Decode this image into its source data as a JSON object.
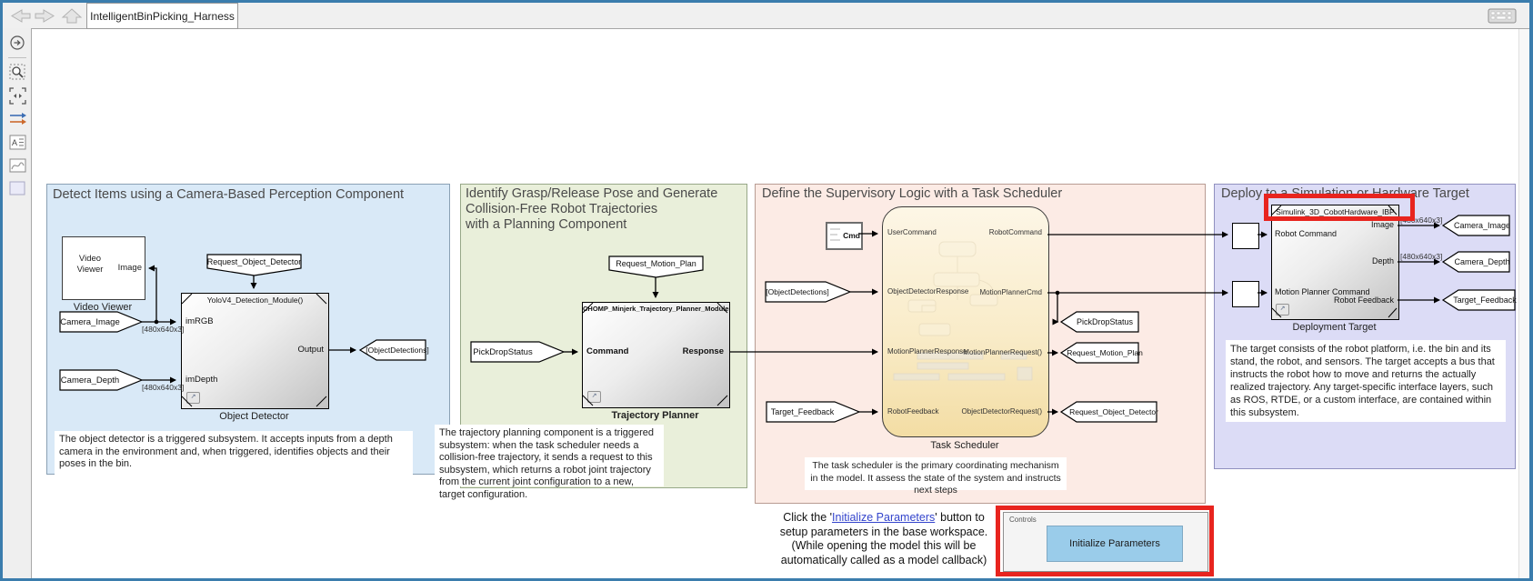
{
  "window": {
    "tab_title": "IntelligentBinPicking_Harness"
  },
  "sections": {
    "perception": {
      "title": "Detect Items using a Camera-Based Perception Component",
      "video_viewer_text": "Video Viewer",
      "video_viewer_port": "Image",
      "video_viewer_label": "Video Viewer",
      "request_tag": "Request_Object_Detector",
      "detector_title": "YoloV4_Detection_Module()",
      "port_imrgb": "imRGB",
      "port_imdepth": "imDepth",
      "port_output": "Output",
      "detector_label": "Object Detector",
      "camera_image_tag": "Camera_Image",
      "camera_depth_tag": "Camera_Depth",
      "dim_label": "[480x640x3]",
      "detections_tag": "[ObjectDetections]",
      "description": "The object detector is a triggered subsystem. It accepts inputs from a depth camera in the environment and, when triggered, identifies objects and their poses in the bin."
    },
    "planning": {
      "title_line1": "Identify Grasp/Release Pose and Generate",
      "title_line2": "Collision-Free Robot Trajectories",
      "title_line3": "with a Planning Component",
      "request_tag": "Request_Motion_Plan",
      "planner_title": "CHOMP_Minjerk_Trajectory_Planner_Module()",
      "pickdrop_tag": "PickDropStatus",
      "port_command": "Command",
      "port_response": "Response",
      "planner_label": "Trajectory Planner",
      "description": "The trajectory planning component is a triggered subsystem: when the task scheduler needs a collision-free trajectory, it sends a request to this subsystem, which returns a robot joint trajectory from the current joint configuration to a new, target configuration."
    },
    "scheduler": {
      "title": "Define the Supervisory Logic with a Task Scheduler",
      "cmd_label": "Cmd",
      "detections_tag": "[ObjectDetections]",
      "target_feedback_tag": "Target_Feedback",
      "ports_left": [
        "UserCommand",
        "ObjectDetectorResponse",
        "MotionPlannerResponse",
        "RobotFeedback"
      ],
      "ports_right": [
        "RobotCommand",
        "MotionPlannerCmd",
        "MotionPlannerRequest()",
        "ObjectDetectorRequest()"
      ],
      "chart_label": "Task Scheduler",
      "pickdrop_tag": "PickDropStatus",
      "request_motion_tag": "Request_Motion_Plan",
      "request_detector_tag": "Request_Object_Detector",
      "description": "The task scheduler is the primary coordinating mechanism in the model. It assess the state of the system and instructs next steps"
    },
    "deployment": {
      "title": "Deploy to a Simulation or Hardware Target",
      "block_title": "Simulink_3D_CobotHardware_IBP",
      "port_robot_command": "Robot Command",
      "port_motion_planner_command": "Motion Planner Command",
      "port_image": "Image",
      "port_depth": "Depth",
      "port_robot_feedback": "Robot Feedback",
      "block_label": "Deployment Target",
      "camera_image_tag": "Camera_Image",
      "camera_depth_tag": "Camera_Depth",
      "target_feedback_tag": "Target_Feedback",
      "dim_label": "[480x640x3]",
      "description": "The target consists of the robot platform, i.e. the bin and its stand, the robot, and sensors. The target accepts a bus that instructs the robot how to move and returns the actually realized trajectory. Any target-specific interface layers, such as ROS, RTDE, or a custom interface, are contained within this subsystem."
    }
  },
  "note": {
    "line1_pre": "Click the '",
    "line1_link": "Initialize Parameters",
    "line1_post": "' button to",
    "line2": "setup parameters in the base workspace.",
    "line3": "(While opening the model this will be",
    "line4": "automatically called as a model callback)"
  },
  "controls": {
    "label": "Controls",
    "button": "Initialize Parameters"
  },
  "icons": {
    "annotation_letter": "A",
    "badge_glyph": "↗"
  },
  "colors": {
    "accent_red": "#e8241e",
    "button_blue": "#9accea",
    "link_blue": "#3344cc",
    "frame_blue": "#3b7dad",
    "section_blue": "#d9e9f7",
    "section_green": "#e9efda",
    "section_pink": "#fcebe5",
    "section_purple": "#dcdcf6",
    "chart_fill": "#f9ecc9"
  }
}
